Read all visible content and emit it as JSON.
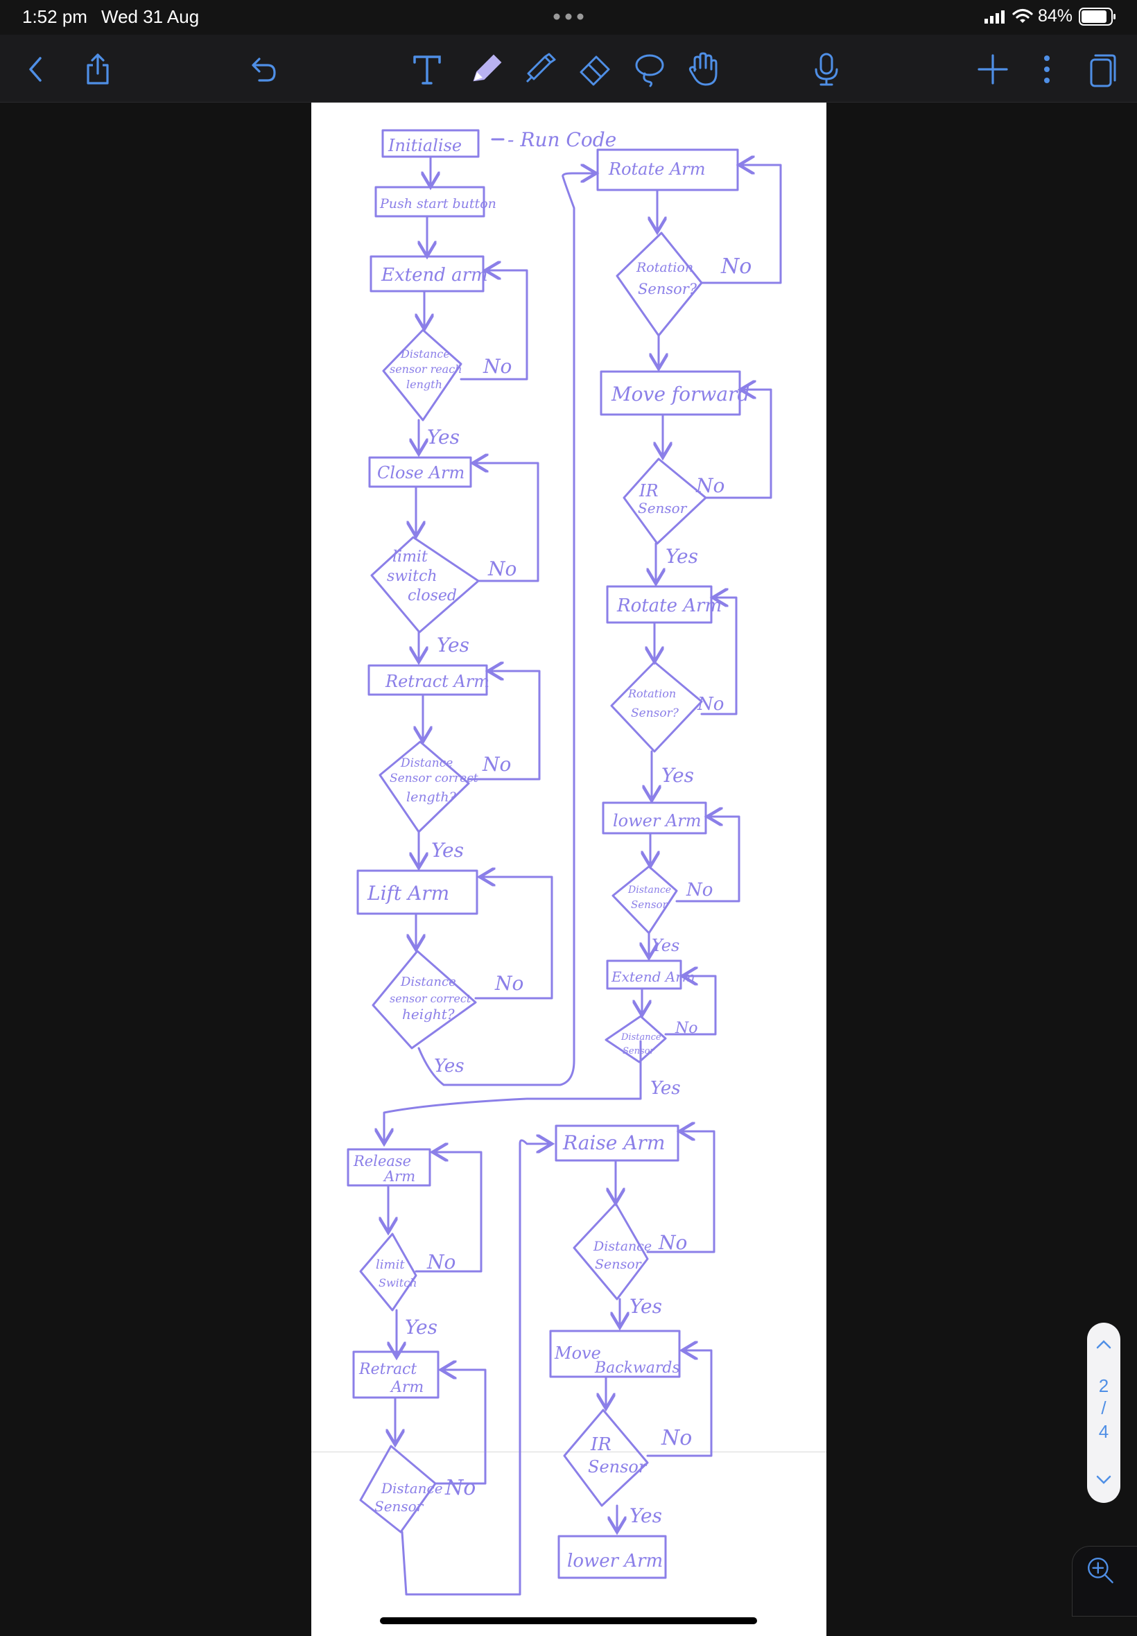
{
  "status": {
    "time": "1:52 pm",
    "date": "Wed 31 Aug",
    "battery": "84%"
  },
  "toolbar": {
    "items": [
      {
        "name": "back",
        "icon": "chevron-left-icon"
      },
      {
        "name": "share",
        "icon": "share-icon"
      },
      {
        "name": "undo",
        "icon": "undo-icon"
      },
      {
        "name": "text",
        "icon": "text-tool-icon"
      },
      {
        "name": "pen",
        "icon": "pen-tool-icon"
      },
      {
        "name": "highlighter",
        "icon": "highlighter-tool-icon"
      },
      {
        "name": "eraser",
        "icon": "eraser-tool-icon"
      },
      {
        "name": "lasso",
        "icon": "lasso-tool-icon"
      },
      {
        "name": "hand",
        "icon": "hand-tool-icon"
      },
      {
        "name": "microphone",
        "icon": "microphone-icon"
      },
      {
        "name": "add",
        "icon": "plus-icon"
      },
      {
        "name": "more",
        "icon": "more-vertical-icon"
      },
      {
        "name": "pages",
        "icon": "pages-icon"
      }
    ],
    "accent": "#4f8fe6"
  },
  "pager": {
    "current": "2",
    "separator": "/",
    "total": "4"
  },
  "sketch": {
    "ink": "#8b7fe8",
    "header_note": "- Run Code",
    "steps": {
      "initialise": "Initialise",
      "push_start": "Push start button",
      "extend_arm_1": "Extend arm",
      "dist_sensor_1": [
        "Distance",
        "sensor reach",
        "length"
      ],
      "close_arm": "Close Arm",
      "limit_switch_1": [
        "limit",
        "switch",
        "closed"
      ],
      "retract_arm_1": "Retract Arm",
      "dist_sensor_2": [
        "Distance",
        "Sensor correct",
        "length?"
      ],
      "lift_arm": "Lift Arm",
      "dist_sensor_3": [
        "Distance",
        "sensor correct",
        "height?"
      ],
      "rotate_arm_1": "Rotate Arm",
      "rotation_sensor_1": [
        "Rotation",
        "Sensor?"
      ],
      "move_forward": "Move forward",
      "ir_sensor_1": [
        "IR",
        "Sensor"
      ],
      "rotate_arm_2": "Rotate Arm",
      "rotation_sensor_2": [
        "Rotation",
        "Sensor?"
      ],
      "lower_arm_1": "lower Arm",
      "dist_sensor_4": [
        "Distance",
        "Sensor"
      ],
      "extend_arm_2": "Extend Arm",
      "dist_sensor_5": [
        "Distance",
        "Sensor"
      ],
      "release_arm": [
        "Release",
        "Arm"
      ],
      "limit_switch_2": [
        "limit",
        "Switch"
      ],
      "retract_arm_2": [
        "Retract",
        "Arm"
      ],
      "dist_sensor_6": [
        "Distance",
        "Sensor"
      ],
      "raise_arm": "Raise Arm",
      "dist_sensor_7": [
        "Distance",
        "Sensor"
      ],
      "move_backwards": [
        "Move",
        "Backwards"
      ],
      "ir_sensor_2": [
        "IR",
        "Sensor"
      ],
      "lower_arm_2": "lower Arm"
    },
    "yes": "Yes",
    "no": "No"
  }
}
